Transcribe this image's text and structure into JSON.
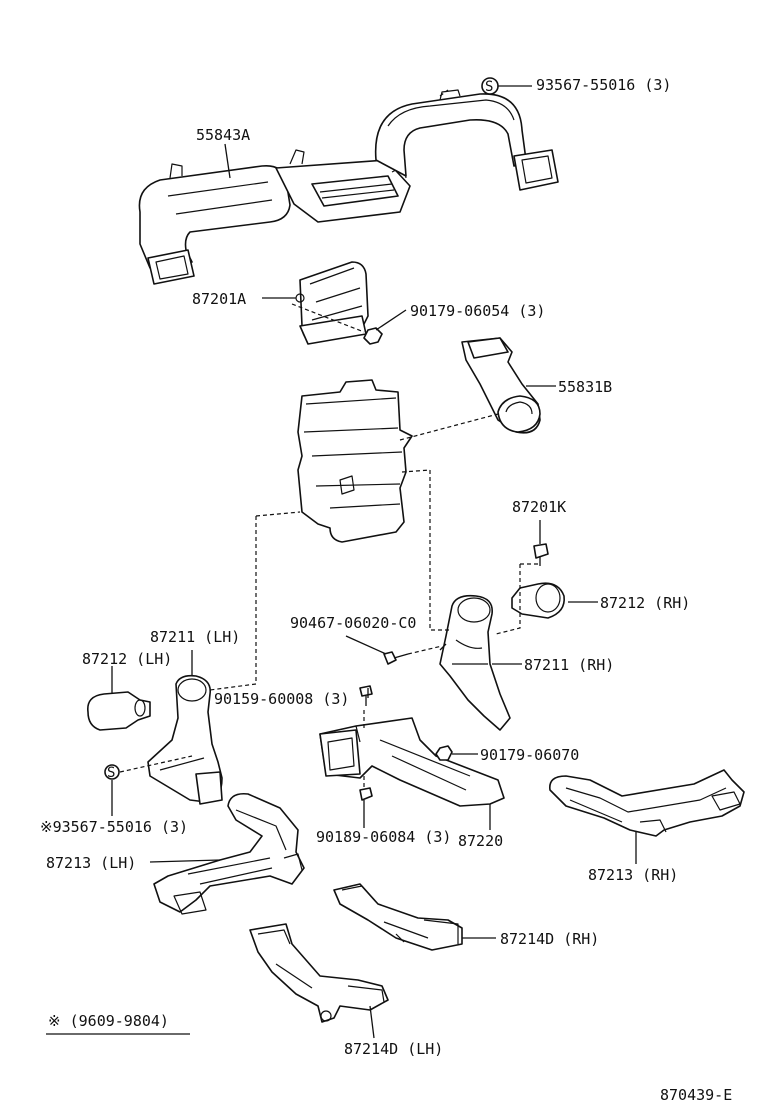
{
  "diagram": {
    "labels": {
      "p_93567_55016_top": "93567-55016 (3)",
      "p_55843A": "55843A",
      "p_87201A": "87201A",
      "p_90179_06054": "90179-06054 (3)",
      "p_55831B": "55831B",
      "p_87201K": "87201K",
      "p_87212_RH": "87212 (RH)",
      "p_90467_06020": "90467-06020-C0",
      "p_87211_RH": "87211 (RH)",
      "p_87211_LH": "87211 (LH)",
      "p_87212_LH": "87212 (LH)",
      "p_90159_60008": "90159-60008 (3)",
      "p_90179_06070": "90179-06070",
      "p_93567_55016_lh": "※93567-55016 (3)",
      "p_90189_06084": "90189-06084 (3)",
      "p_87220": "87220",
      "p_87213_LH": "87213 (LH)",
      "p_87213_RH": "87213 (RH)",
      "p_87214D_RH": "87214D (RH)",
      "p_87214D_LH": "87214D (LH)",
      "note_range": "※ (9609-9804)",
      "ref_code": "870439-E",
      "s_symbol": "S"
    },
    "line_color": "#111111",
    "background": "#ffffff"
  }
}
